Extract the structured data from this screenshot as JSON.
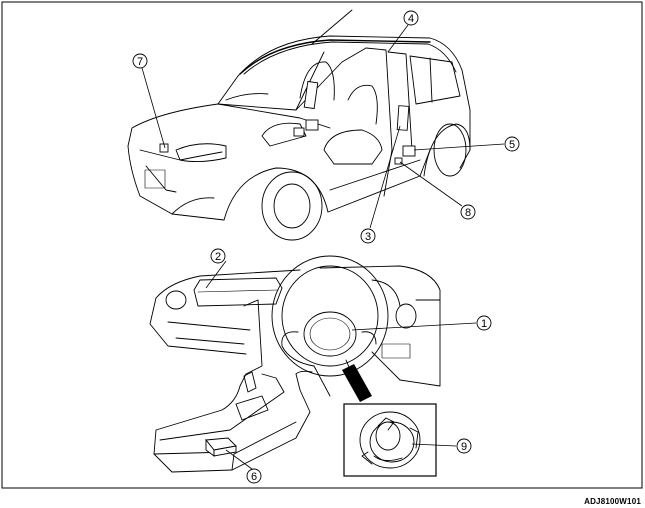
{
  "figure_code": "ADJ8100W101",
  "callouts": [
    {
      "num": "1"
    },
    {
      "num": "2"
    },
    {
      "num": "3"
    },
    {
      "num": "4"
    },
    {
      "num": "5"
    },
    {
      "num": "6"
    },
    {
      "num": "7"
    },
    {
      "num": "8"
    },
    {
      "num": "9"
    }
  ]
}
